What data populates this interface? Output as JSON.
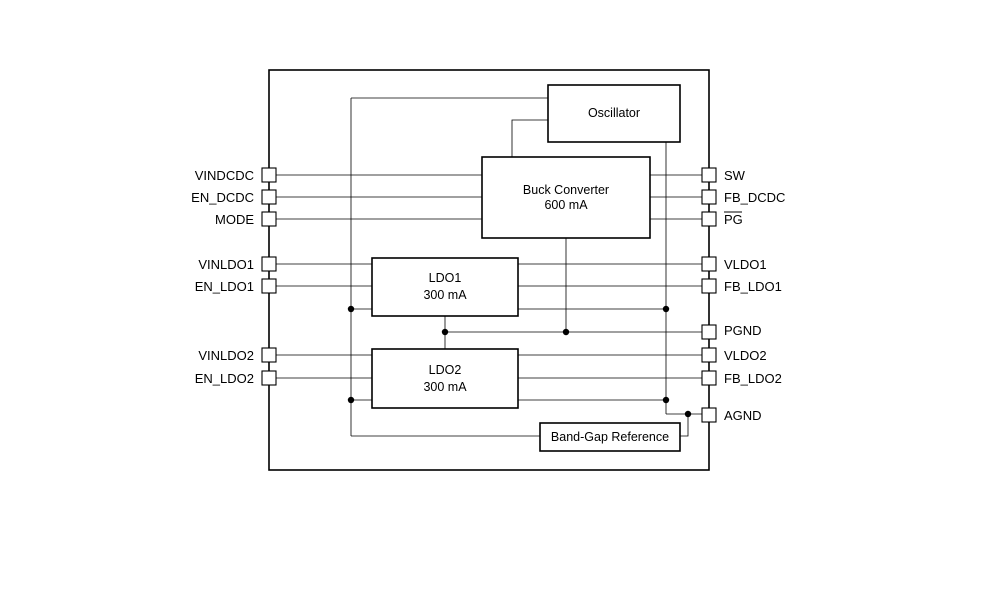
{
  "blocks": {
    "oscillator": "Oscillator",
    "buck_title": "Buck Converter",
    "buck_rating": "600 mA",
    "ldo1_title": "LDO1",
    "ldo1_rating": "300 mA",
    "ldo2_title": "LDO2",
    "ldo2_rating": "300 mA",
    "bandgap": "Band-Gap Reference"
  },
  "pins_left": [
    "VINDCDC",
    "EN_DCDC",
    "MODE",
    "VINLDO1",
    "EN_LDO1",
    "VINLDO2",
    "EN_LDO2"
  ],
  "pins_right": [
    "SW",
    "FB_DCDC",
    "PG",
    "VLDO1",
    "FB_LDO1",
    "PGND",
    "VLDO2",
    "FB_LDO2",
    "AGND"
  ]
}
